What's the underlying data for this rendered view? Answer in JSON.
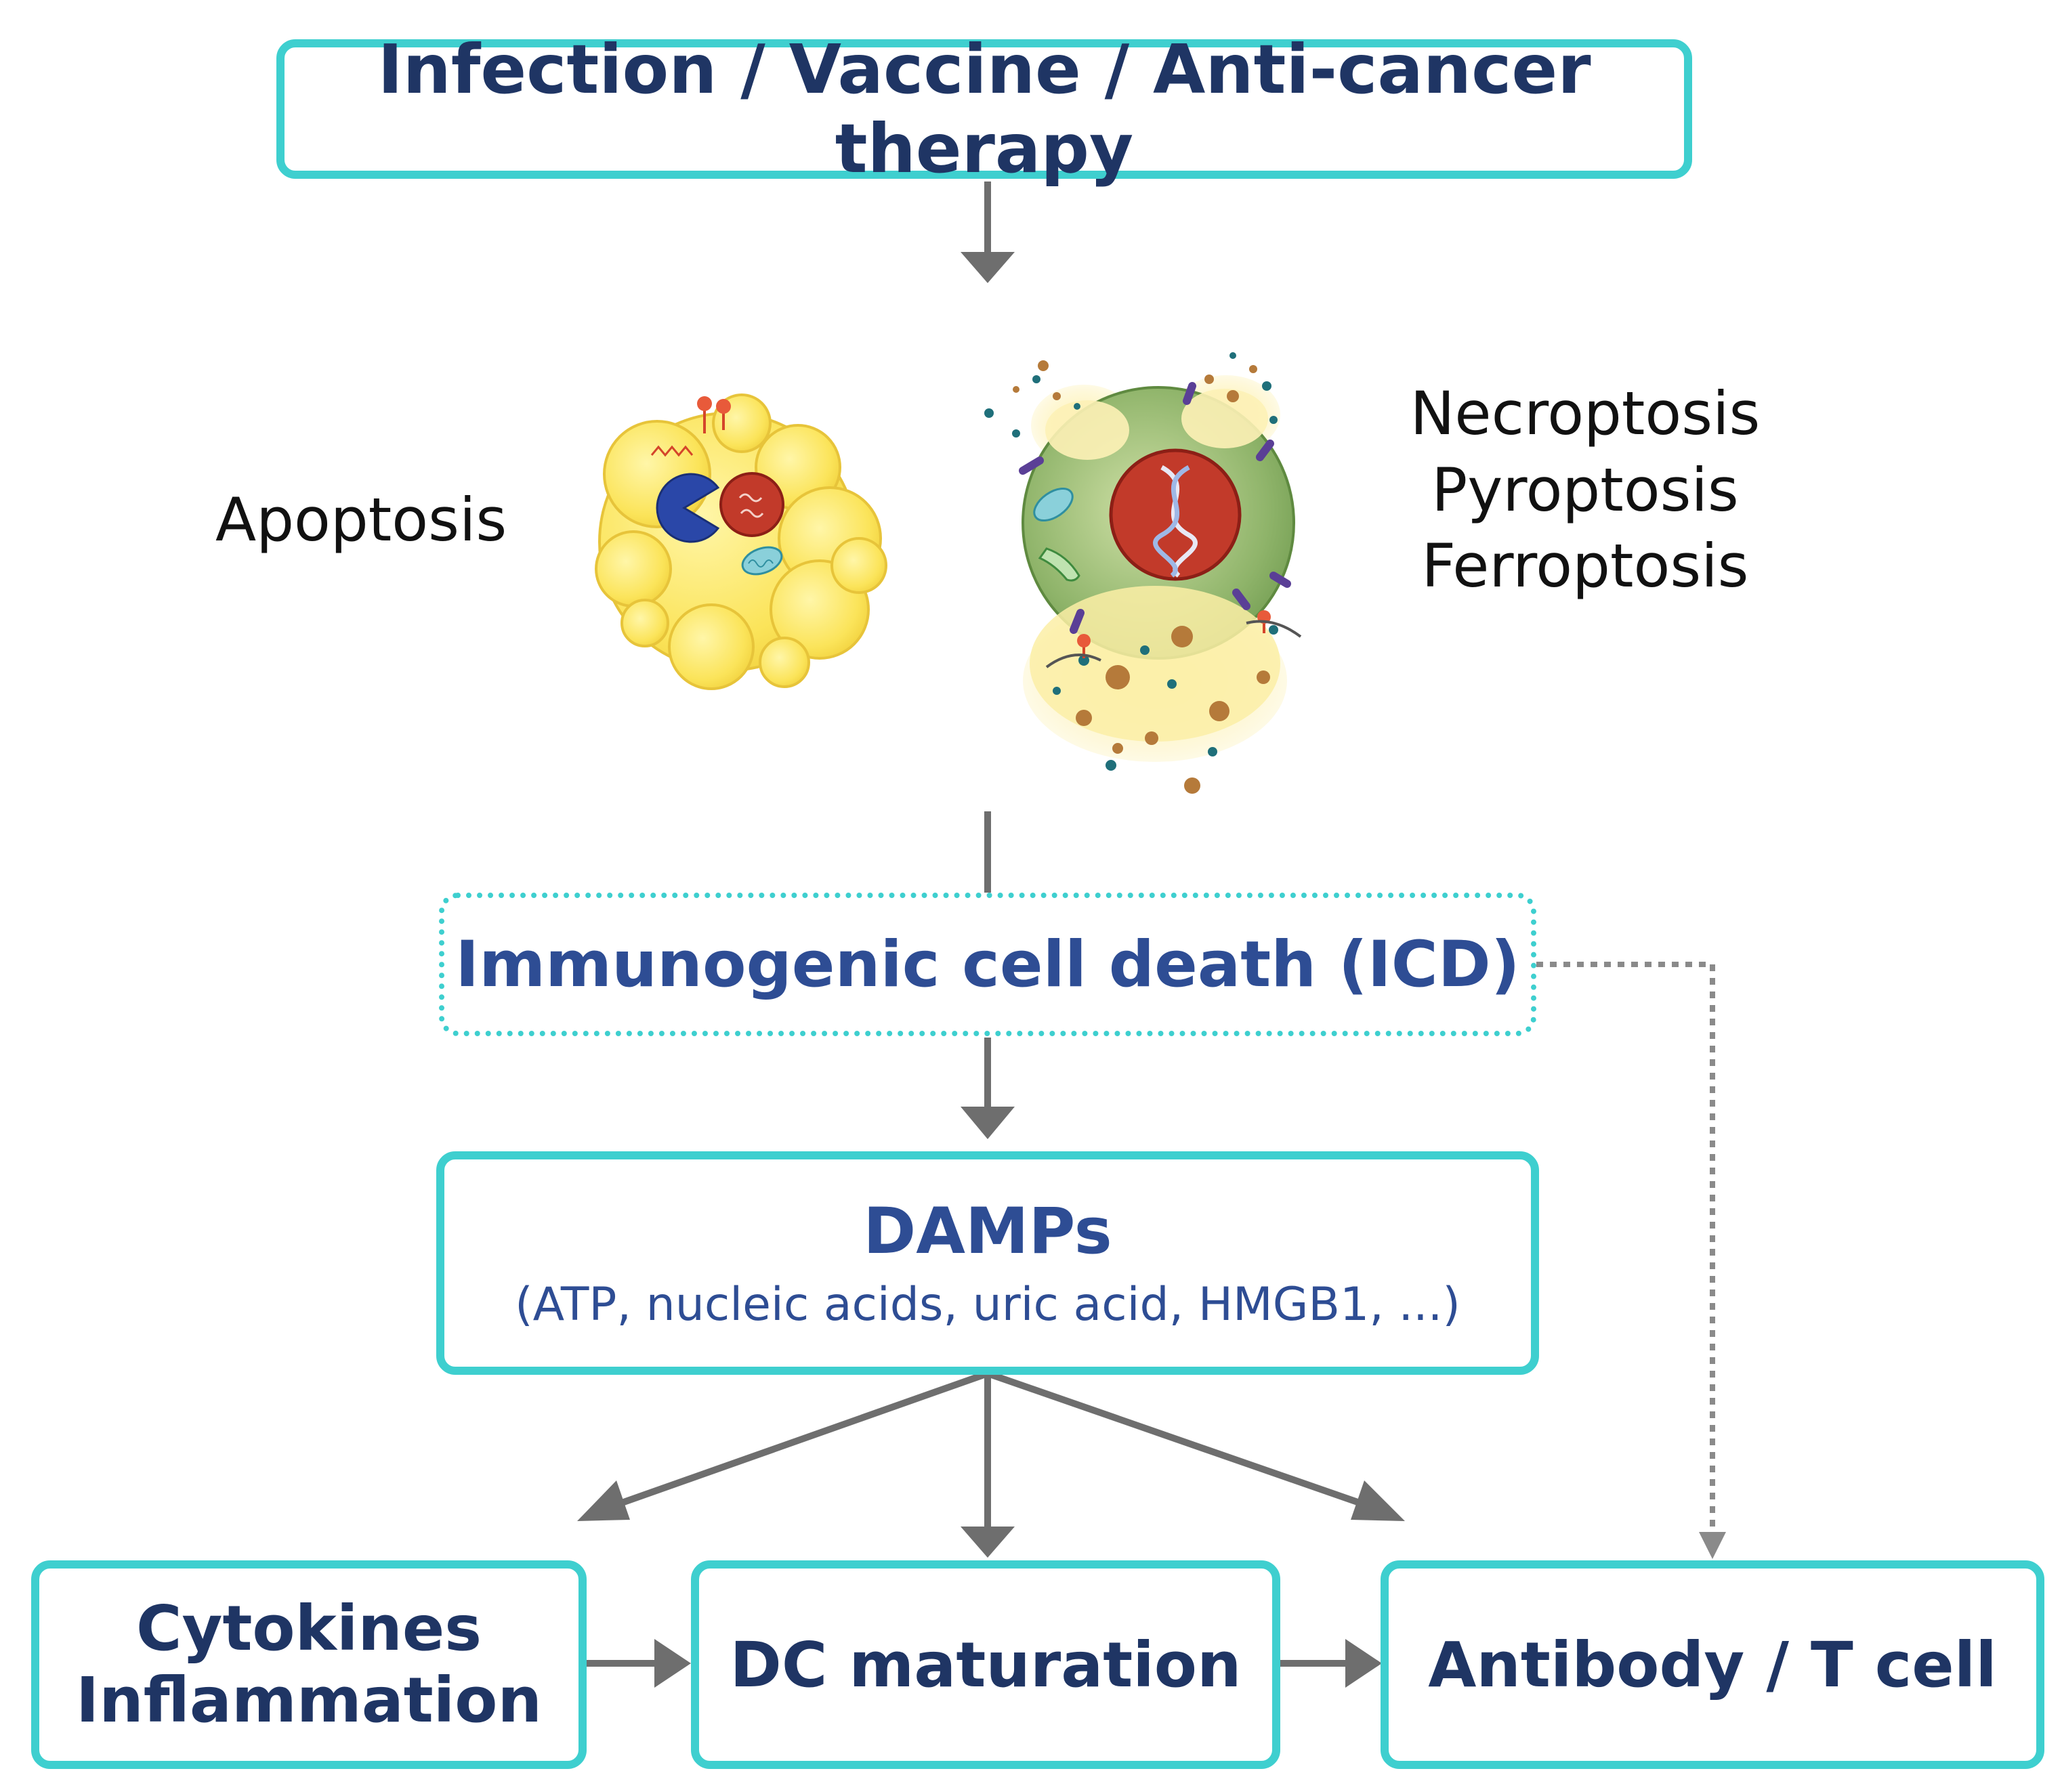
{
  "top_box": "Infection / Vaccine / Anti-cancer therapy",
  "apoptosis_label": "Apoptosis",
  "lytic_labels": [
    "Necroptosis",
    "Pyroptosis",
    "Ferroptosis"
  ],
  "icd_box": "Immunogenic cell death (ICD)",
  "damps_box": {
    "title": "DAMPs",
    "subtitle": "(ATP, nucleic acids, uric acid, HMGB1, ...)"
  },
  "bottom_boxes": {
    "cytokines": [
      "Cytokines",
      "Inflammation"
    ],
    "dc": "DC maturation",
    "antibody": "Antibody / T cell"
  },
  "colors": {
    "box_border": "#3ecfcf",
    "title_text": "#1f3564",
    "icd_text": "#2e4d94",
    "arrow": "#6e6e6e",
    "apoptotic_cell": "#fbe45a",
    "necrotic_cell": "#8fb46a",
    "nucleus": "#c23a2a"
  }
}
